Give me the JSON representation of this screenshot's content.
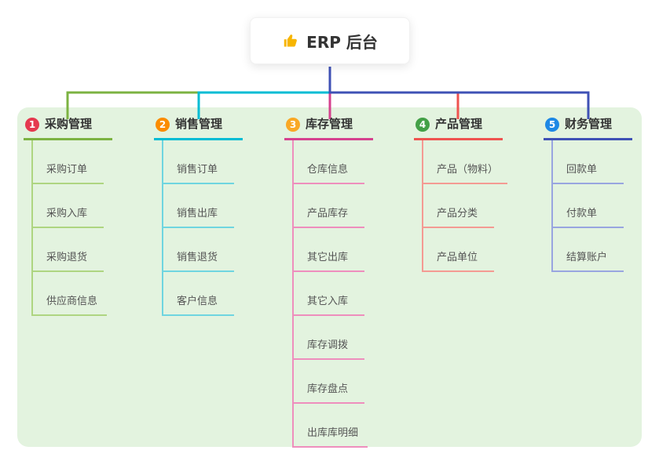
{
  "root": {
    "title": "ERP 后台",
    "icon": "thumbs-up-icon"
  },
  "colors": {
    "canvas_panel": "#e3f3df",
    "root_connector": "#3f51b5",
    "icon_thumb": "#f7b500"
  },
  "branches": [
    {
      "badge": "1",
      "badge_color": "#e5394f",
      "title": "采购管理",
      "color": "#7cb342",
      "line_color": "#aed581",
      "children": [
        "采购订单",
        "采购入库",
        "采购退货",
        "供应商信息"
      ]
    },
    {
      "badge": "2",
      "badge_color": "#fb8c00",
      "title": "销售管理",
      "color": "#00bcd4",
      "line_color": "#6fd5e0",
      "children": [
        "销售订单",
        "销售出库",
        "销售退货",
        "客户信息"
      ]
    },
    {
      "badge": "3",
      "badge_color": "#f9a825",
      "title": "库存管理",
      "color": "#d5418e",
      "line_color": "#ee8ebd",
      "children": [
        "仓库信息",
        "产品库存",
        "其它出库",
        "其它入库",
        "库存调拨",
        "库存盘点",
        "出库库明细"
      ]
    },
    {
      "badge": "4",
      "badge_color": "#43a047",
      "title": "产品管理",
      "color": "#ef5350",
      "line_color": "#f49a93",
      "children": [
        "产品（物料）",
        "产品分类",
        "产品单位"
      ]
    },
    {
      "badge": "5",
      "badge_color": "#1e88e5",
      "title": "财务管理",
      "color": "#3f51b5",
      "line_color": "#99a5e0",
      "children": [
        "回款单",
        "付款单",
        "结算账户"
      ]
    }
  ]
}
